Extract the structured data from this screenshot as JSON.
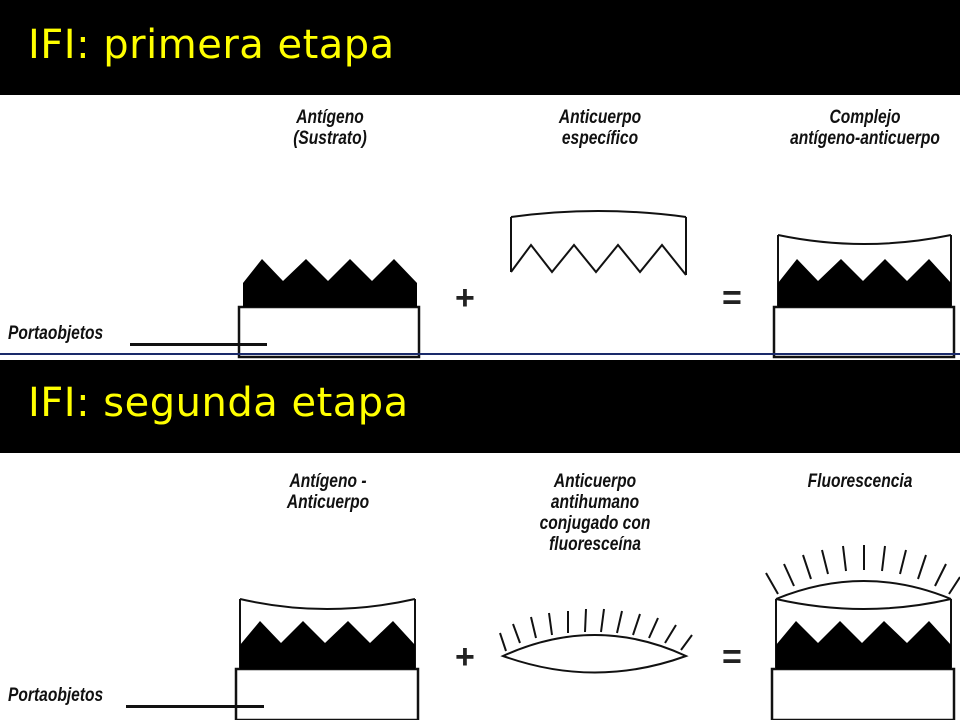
{
  "stage1": {
    "title": "IFI: primera etapa",
    "antigen_label": [
      "Antígeno",
      "(Sustrato)"
    ],
    "antibody_label": [
      "Anticuerpo",
      "específico"
    ],
    "complex_label": [
      "Complejo",
      "antígeno-anticuerpo"
    ],
    "plus": "+",
    "equals": "=",
    "slide_label": "Portaobjetos"
  },
  "stage2": {
    "title": "IFI: segunda etapa",
    "complex_label": [
      "Antígeno -",
      "Anticuerpo"
    ],
    "antihuman_label": [
      "Anticuerpo",
      "antihumano",
      "conjugado con",
      "fluoresceína"
    ],
    "fluorescence_label": [
      "Fluorescencia"
    ],
    "plus": "+",
    "equals": "=",
    "slide_label": "Portaobjetos"
  },
  "colors": {
    "title_text": "#ffff00",
    "background": "#000000",
    "panel": "#ffffff",
    "ink": "#111111"
  }
}
